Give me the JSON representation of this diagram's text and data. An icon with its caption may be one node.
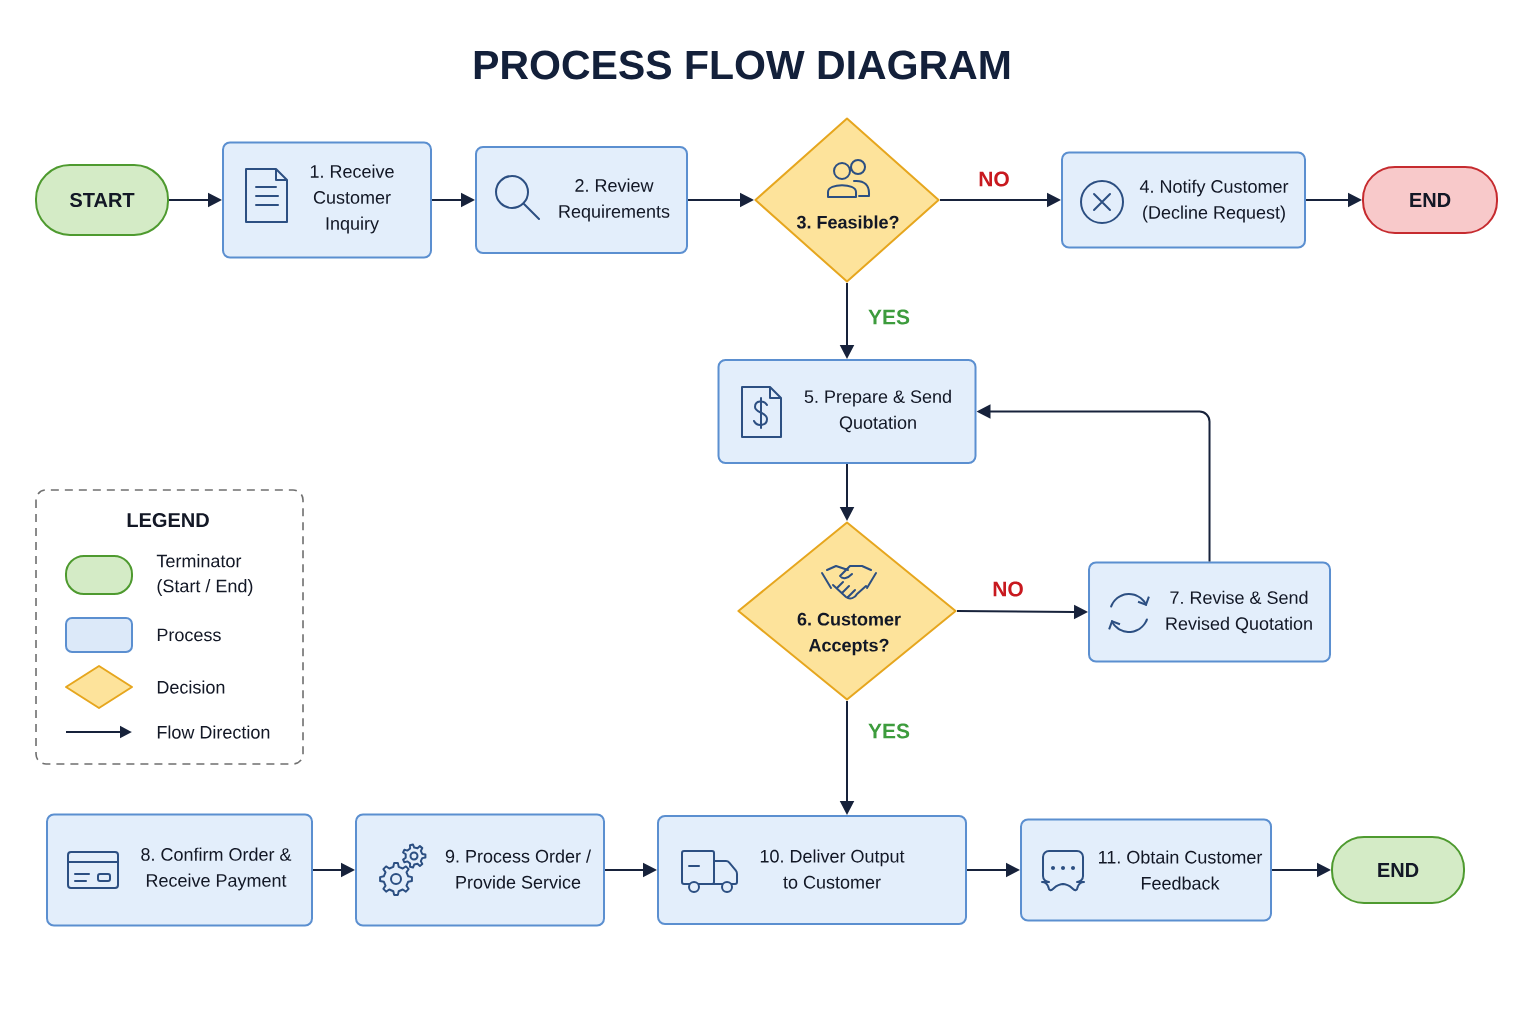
{
  "diagram": {
    "title": "PROCESS FLOW DIAGRAM",
    "nodes": [
      {
        "text": [
          "START"
        ]
      },
      {
        "text": [
          "1. Receive Customer Inquiry"
        ]
      },
      {
        "text": [
          "2. Review Requirements"
        ]
      },
      {
        "text": [
          "3. Feasible?"
        ]
      },
      {
        "text": [
          "4. Notify Customer (Decline Request)"
        ]
      },
      {
        "text": [
          "END"
        ]
      },
      {
        "text": [
          "5. Prepare & Send Quotation"
        ]
      },
      {
        "text": [
          "6. Customer Accepts?"
        ]
      },
      {
        "text": [
          "7. Revise & Send Revised Quotation"
        ]
      },
      {
        "text": [
          "8. Confirm Order & Receive Payment"
        ]
      },
      {
        "text": [
          "9. Process Order / Provide Service"
        ]
      },
      {
        "text": [
          "10. Deliver Output to Customer"
        ]
      },
      {
        "text": [
          "11. Obtain Customer Feedback"
        ]
      },
      {
        "text": [
          "END"
        ]
      }
    ],
    "edges": [
      {
        "from": 0,
        "to": 1,
        "arrow": "to"
      },
      {
        "from": 1,
        "to": 2,
        "arrow": "to"
      },
      {
        "from": 2,
        "to": 3,
        "arrow": "to"
      },
      {
        "from": 3,
        "to": 4,
        "arrow": "to",
        "label": "NO"
      },
      {
        "from": 4,
        "to": 5,
        "arrow": "to"
      },
      {
        "from": 3,
        "to": 6,
        "arrow": "to",
        "label": "YES"
      },
      {
        "from": 6,
        "to": 7,
        "arrow": "to"
      },
      {
        "from": 7,
        "to": 8,
        "arrow": "to",
        "label": "NO"
      },
      {
        "from": 8,
        "to": 6,
        "arrow": "to"
      },
      {
        "from": 7,
        "to": 11,
        "arrow": "to",
        "label": "YES"
      },
      {
        "from": 9,
        "to": 10,
        "arrow": "to"
      },
      {
        "from": 10,
        "to": 11,
        "arrow": "to"
      },
      {
        "from": 11,
        "to": 12,
        "arrow": "to"
      },
      {
        "from": 12,
        "to": 13,
        "arrow": "to"
      }
    ],
    "labels": [
      "LEGEND"
    ],
    "legend": [
      {
        "text": "Terminator (Start / End)",
        "color": "#d4ebc6"
      },
      {
        "text": "Process",
        "color": "#dce9f9"
      },
      {
        "text": "Decision",
        "color": "#fde39b"
      },
      {
        "text": "Flow Direction"
      }
    ]
  }
}
